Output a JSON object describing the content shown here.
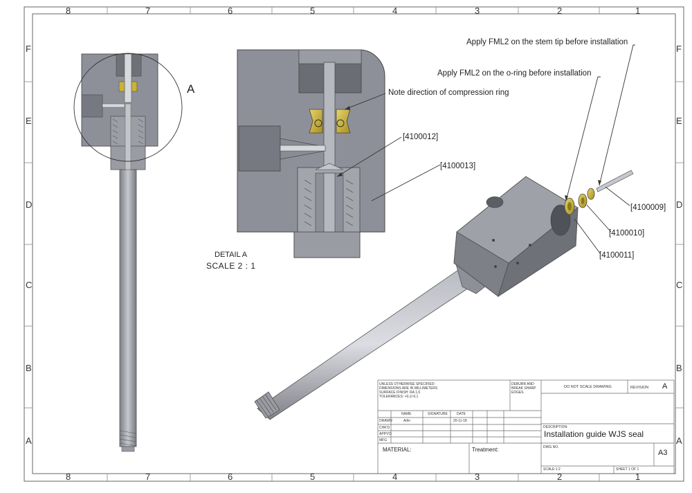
{
  "border": {
    "columns": [
      "8",
      "7",
      "6",
      "5",
      "4",
      "3",
      "2",
      "1"
    ],
    "rows": [
      "F",
      "E",
      "D",
      "C",
      "B",
      "A"
    ]
  },
  "detail": {
    "marker": "A",
    "title": "DETAIL A",
    "scale": "SCALE 2 : 1"
  },
  "notes": {
    "stem_tip": "Apply FML2 on the stem tip before installation",
    "oring": "Apply FML2 on the o-ring before installation",
    "compression": "Note direction of compression ring"
  },
  "parts": [
    "[4100012]",
    "[4100013]",
    "[4100009]",
    "[4100010]",
    "[4100011]"
  ],
  "title_block": {
    "spec_lines": [
      "UNLESS OTHERWISE SPECIFIED:",
      "DIMENSIONS ARE IN MILLIMETERS",
      "SURFACE FINISH: RA 1,6",
      "TOLERANCES: +0,1/-0,1"
    ],
    "deburr_lines": [
      "DEBURR AND",
      "BREAK SHARP",
      "EDGES"
    ],
    "do_not_scale": "DO NOT SCALE DRAWING",
    "revision_label": "REVISION",
    "revision_value": "A",
    "col_name": "NAME",
    "col_signature": "SIGNATURE",
    "col_date": "DATE",
    "rows": [
      "DRAWN",
      "CHK'D",
      "APPV'D",
      "MFG"
    ],
    "drawn_name": "Arlin",
    "drawn_date": "20-11-18",
    "description_label": "DESCRIPTION:",
    "description": "Installation guide WJS seal",
    "material_label": "MATERIAL:",
    "treatment_label": "Treatment:",
    "dwg_label": "DWG NO.",
    "size": "A3",
    "scale_label": "SCALE:1:2",
    "sheet_label": "SHEET 1 OF 1"
  },
  "colors": {
    "metal": "#8e9099",
    "metal_dark": "#6b6d75",
    "brass": "#c9b23a",
    "background": "#ffffff"
  }
}
